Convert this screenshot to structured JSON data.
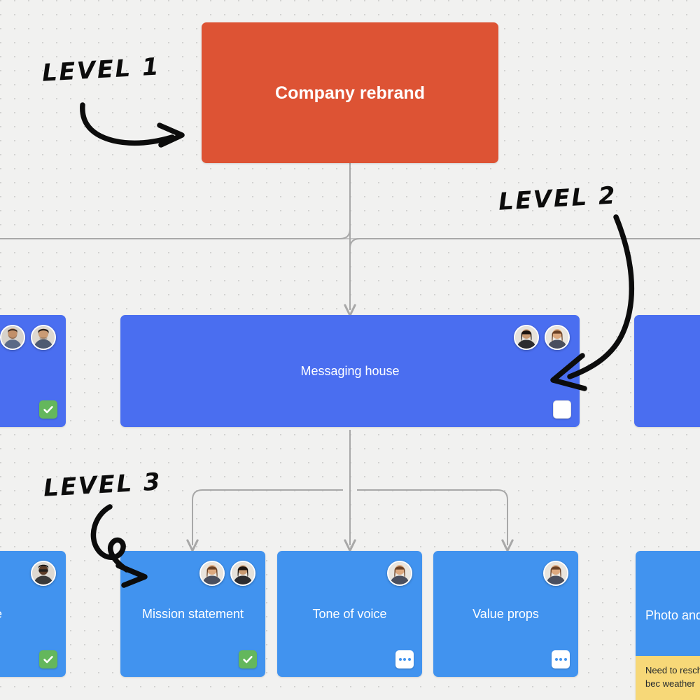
{
  "board": {
    "background_color": "#f1f1f0",
    "grid": "dot-grid"
  },
  "annotations": [
    {
      "label": "LEVEL 1",
      "arrow": "curved-arrow-right"
    },
    {
      "label": "LEVEL 2",
      "arrow": "long-curved-arrow-down-left"
    },
    {
      "label": "LEVEL 3",
      "arrow": "looping-arrow-down-right"
    }
  ],
  "levels": {
    "level1": {
      "color": "#dd5334"
    },
    "level2": {
      "color": "#4a6ef0"
    },
    "level3": {
      "color": "#4193ef"
    }
  },
  "cards": {
    "root": {
      "title": "Company rebrand",
      "level": 1
    },
    "left_l2": {
      "title": "",
      "level": 2,
      "status": "done"
    },
    "messaging_house": {
      "title": "Messaging house",
      "level": 2,
      "status": "empty"
    },
    "right_l2": {
      "title": "",
      "level": 2,
      "status": "none"
    },
    "website": {
      "title": "f website",
      "level": 3,
      "status": "done"
    },
    "mission": {
      "title": "Mission statement",
      "level": 3,
      "status": "done"
    },
    "tone": {
      "title": "Tone of voice",
      "level": 3,
      "status": "progress"
    },
    "value": {
      "title": "Value props",
      "level": 3,
      "status": "progress"
    },
    "photo": {
      "title": "Photo and",
      "level": 3,
      "status": "none"
    }
  },
  "sticky_note": {
    "text": "Need to resched photoshoot bec weather",
    "color": "#f7d878"
  },
  "badges": {
    "done": "checkmark-icon",
    "progress": "ellipsis-icon",
    "empty": "empty-checkbox-icon"
  }
}
